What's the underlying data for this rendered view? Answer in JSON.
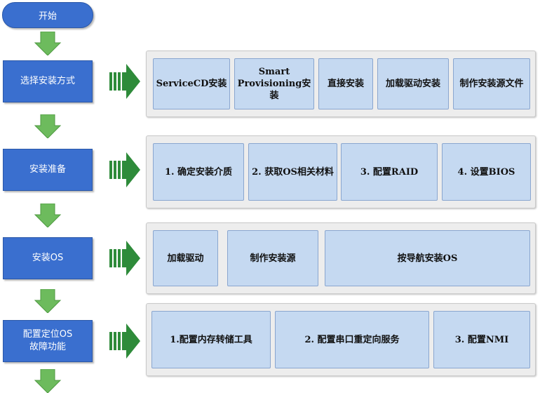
{
  "start_label": "开始",
  "colors": {
    "step_fill": "#3a6fcf",
    "arrow_green": "#6dbb5d",
    "item_fill": "#c5d9f1",
    "panel_bg": "#ededed"
  },
  "steps": [
    {
      "label": "选择安装方式",
      "items": [
        "ServiceCD安装",
        "Smart\nProvisioning安装",
        "直接安装",
        "加载驱动安装",
        "制作安装源文件"
      ]
    },
    {
      "label": "安装准备",
      "items": [
        "1. 确定安装介质",
        "2. 获取OS相关材料",
        "3. 配置RAID",
        "4. 设置BIOS"
      ]
    },
    {
      "label": "安装OS",
      "items": [
        "加载驱动",
        "制作安装源",
        "按导航安装OS"
      ]
    },
    {
      "label": "配置定位OS\n故障功能",
      "items": [
        "1.配置内存转储工具",
        "2. 配置串口重定向服务",
        "3. 配置NMI"
      ]
    }
  ]
}
